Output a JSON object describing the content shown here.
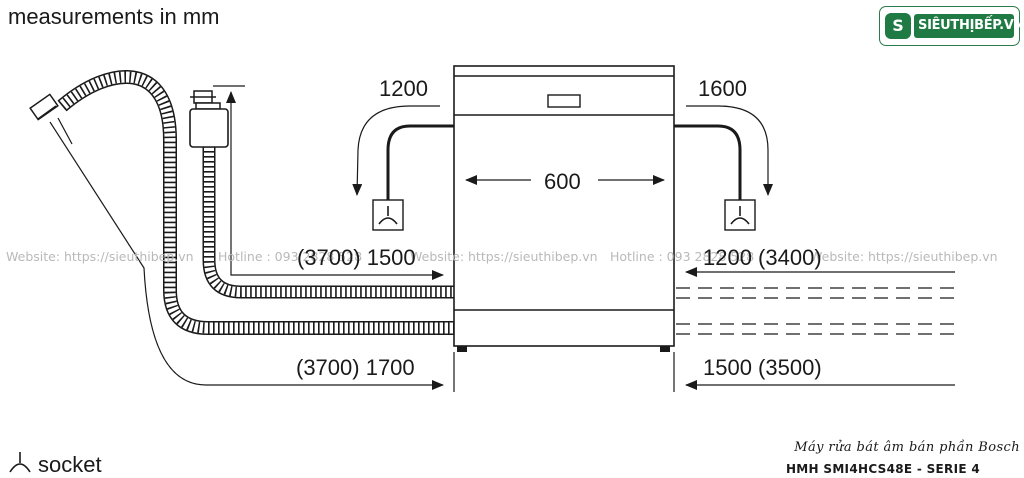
{
  "header": {
    "note": "measurements in mm"
  },
  "logo": {
    "badge_letter": "S",
    "text": "SIÊUTHỊBẾP.VN"
  },
  "dimensions": {
    "top_left": "1200",
    "top_right": "1600",
    "width": "600",
    "inlet_left": "(3700) 1500",
    "outlet_right": "1200 (3400)",
    "drain_left": "(3700) 1700",
    "drain_right": "1500 (3500)"
  },
  "watermarks": {
    "w1": "Website: https://sieuthibep.vn",
    "w2": "Hotline : 093 2828 528",
    "w3": "Website: https://sieuthibep.vn",
    "w4": "Hotline : 093 2828 528",
    "w5": "Website: https://sieuthibep.vn"
  },
  "legend": {
    "socket_label": "socket"
  },
  "caption": {
    "line1": "Máy rửa bát âm bán phần Bosch",
    "line2": "HMH SMI4HCS48E - SERIE 4"
  },
  "colors": {
    "line": "#1a1a1a",
    "watermark": "#b9b9b9",
    "brand": "#1f7a44"
  }
}
